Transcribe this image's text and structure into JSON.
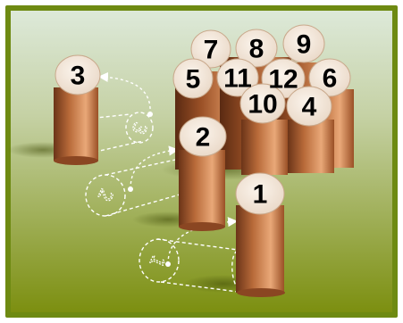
{
  "scene": {
    "subject": "Finnish skittles (mölkky) pins re-standing after a throw",
    "colors": {
      "background_top": "#d8e6d4",
      "background_bottom": "#7f9213",
      "frame": "#6e8a12",
      "pin_wood_light": "#e6a36e",
      "pin_wood_mid": "#b86a39",
      "pin_wood_dark": "#6b3418",
      "pin_top": "#f4e8dc",
      "ghost_outline": "#ffffff"
    }
  },
  "cluster_pins": [
    {
      "label": "7"
    },
    {
      "label": "8"
    },
    {
      "label": "9"
    },
    {
      "label": "5"
    },
    {
      "label": "11"
    },
    {
      "label": "12"
    },
    {
      "label": "6"
    },
    {
      "label": "10"
    },
    {
      "label": "4"
    }
  ],
  "moved_pins": [
    {
      "label": "3",
      "ghost_label": "3"
    },
    {
      "label": "2",
      "ghost_label": "2"
    },
    {
      "label": "1",
      "ghost_label": "1"
    }
  ]
}
